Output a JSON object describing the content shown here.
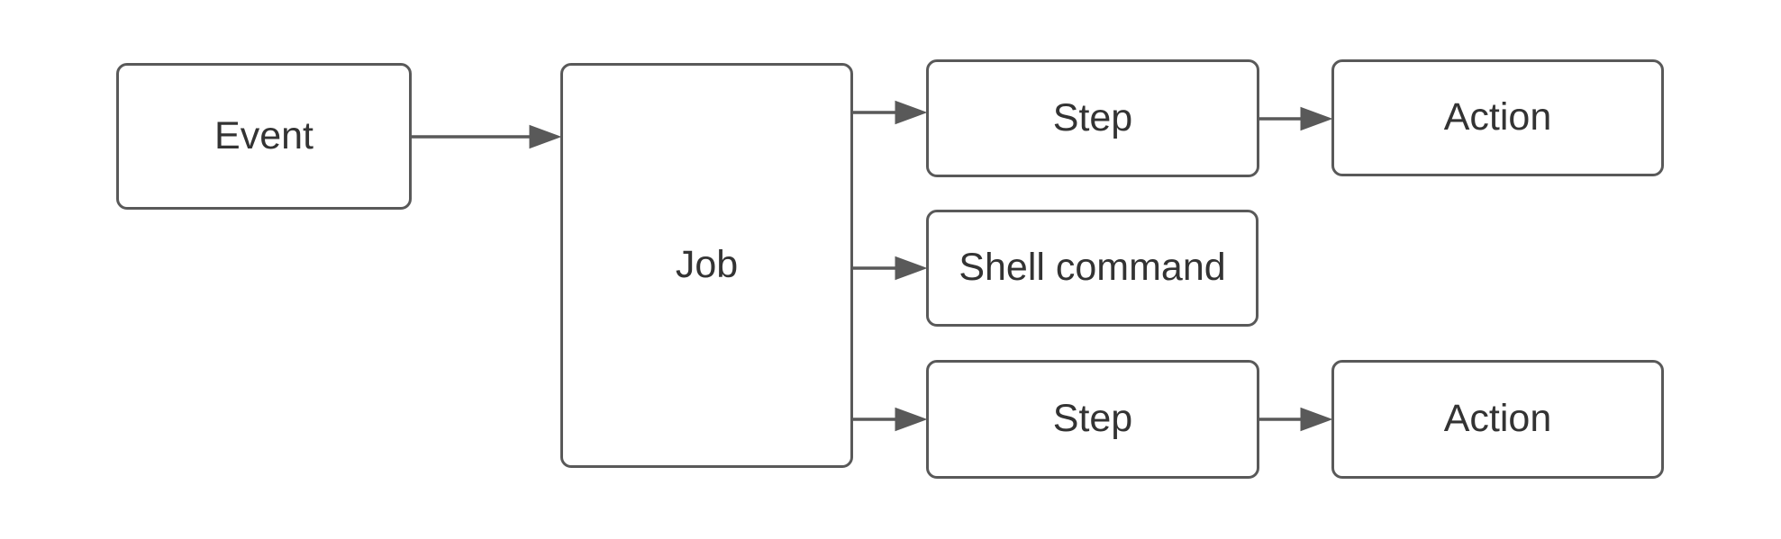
{
  "diagram": {
    "type": "flowchart",
    "direction": "left-to-right",
    "nodes": {
      "event": {
        "label": "Event"
      },
      "job": {
        "label": "Job"
      },
      "step_top": {
        "label": "Step"
      },
      "action_top": {
        "label": "Action"
      },
      "shell_command": {
        "label": "Shell command"
      },
      "step_bottom": {
        "label": "Step"
      },
      "action_bottom": {
        "label": "Action"
      }
    },
    "edges": [
      {
        "from": "event",
        "to": "job"
      },
      {
        "from": "job",
        "to": "step_top"
      },
      {
        "from": "job",
        "to": "shell_command"
      },
      {
        "from": "job",
        "to": "step_bottom"
      },
      {
        "from": "step_top",
        "to": "action_top"
      },
      {
        "from": "step_bottom",
        "to": "action_bottom"
      }
    ],
    "colors": {
      "node_border": "#595959",
      "node_fill": "#ffffff",
      "arrow": "#595959",
      "text": "#333333",
      "background": "#ffffff"
    }
  }
}
